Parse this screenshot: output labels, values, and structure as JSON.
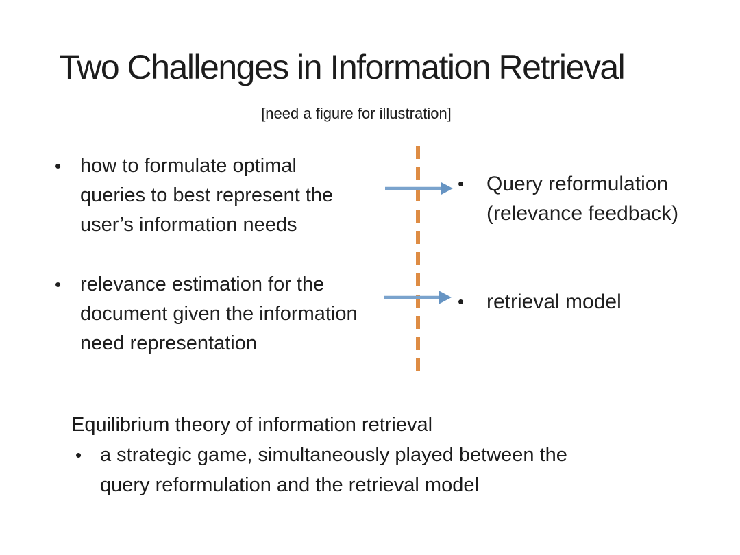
{
  "slide": {
    "title": "Two Challenges in Information Retrieval",
    "subtitle": "[need a figure for illustration]",
    "bullet_glyph": "•",
    "left_bullets": [
      {
        "text": "how to formulate optimal queries to best represent the user’s information needs",
        "lines": [
          "how to formulate optimal",
          "queries to best represent the",
          "user’s information needs"
        ]
      },
      {
        "text": "relevance estimation for the document given the information need representation",
        "lines": [
          "relevance estimation for the",
          "document given the information",
          "need representation"
        ]
      }
    ],
    "right_bullets": [
      {
        "text": "Query reformulation (relevance feedback)",
        "lines": [
          "Query reformulation",
          "(relevance feedback)"
        ]
      },
      {
        "text": "retrieval model",
        "lines": [
          "retrieval model"
        ]
      }
    ],
    "bottom": {
      "heading": "Equilibrium theory of information retrieval",
      "bullet": {
        "text": "a strategic game, simultaneously played between the query reformulation and the retrieval model",
        "lines": [
          "a strategic game, simultaneously played between the",
          "query reformulation and the retrieval model"
        ]
      }
    },
    "colors": {
      "text": "#1f1f1f",
      "background": "#ffffff",
      "divider_orange": "#DE8C44",
      "arrow_blue": "#7AA3CD",
      "arrow_head_blue": "#6694C3"
    }
  }
}
